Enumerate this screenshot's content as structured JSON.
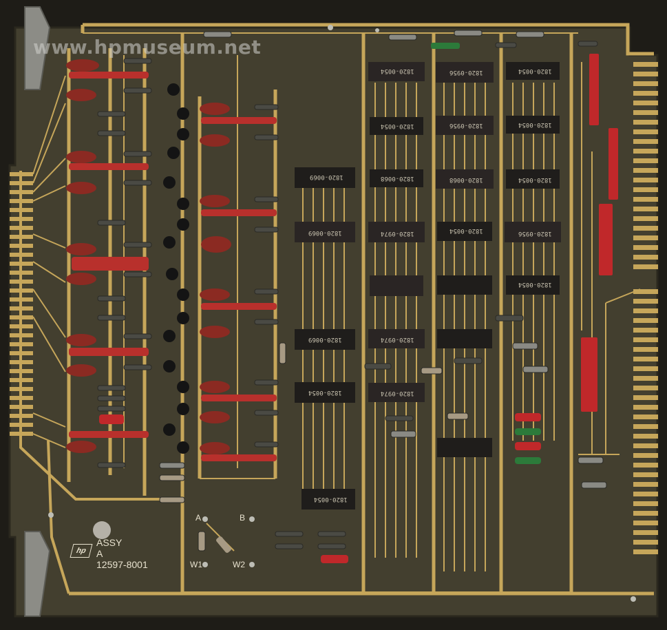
{
  "watermark": "www.hpmuseum.net",
  "silkscreen": {
    "assy_label": "ASSY",
    "rev_label": "A",
    "part_number": "12597-8001",
    "jumper_a": "A",
    "jumper_b": "B",
    "jumper_w1": "W1",
    "jumper_w2": "W2",
    "logo_text": "hp"
  },
  "ic_markings": {
    "a": "1820-0054",
    "b": "1820-0956",
    "c": "1820-0974",
    "d": "1820-0068",
    "e": "1820-0069"
  },
  "colors": {
    "board": "#433f2f",
    "trace": "#c6a65a",
    "ic_body": "#1f1d1b",
    "capacitor": "#8b2a22",
    "red_module": "#c0282a"
  }
}
